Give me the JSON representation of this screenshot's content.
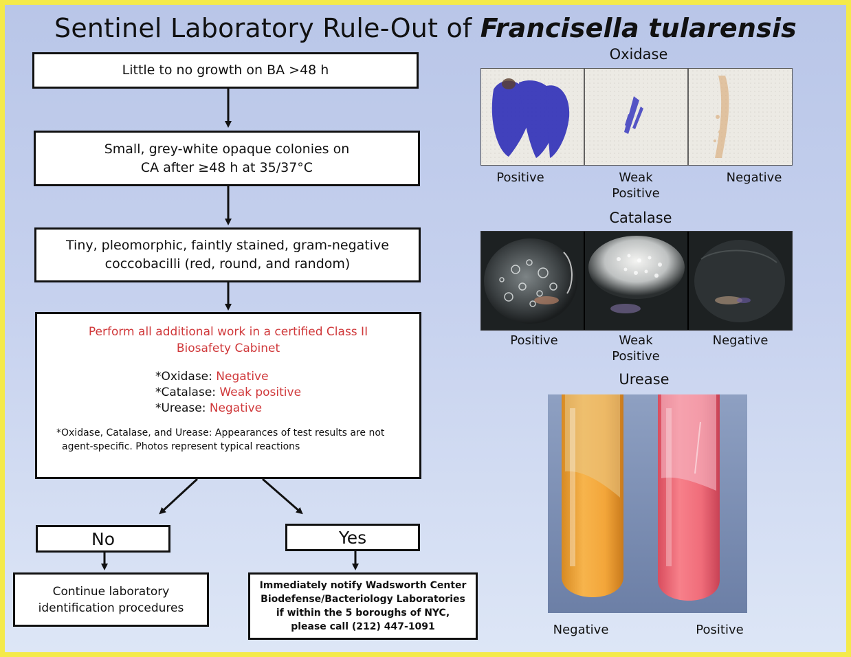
{
  "title": {
    "main": "Sentinel Laboratory Rule-Out of",
    "organism": "Francisella tularensis"
  },
  "flowchart": {
    "step1": "Little to no growth on BA >48 h",
    "step2_line1": "Small, grey-white opaque colonies on",
    "step2_line2": "CA after ≥48 h at 35/37°C",
    "step3_line1": "Tiny, pleomorphic, faintly stained, gram-negative",
    "step3_line2": "coccobacilli (red, round, and random)",
    "step4": {
      "caution_line1": "Perform all additional work in a certified Class II",
      "caution_line2": "Biosafety Cabinet",
      "tests": [
        {
          "name": "*Oxidase:",
          "result": "Negative"
        },
        {
          "name": "*Catalase:",
          "result": "Weak positive"
        },
        {
          "name": "*Urease:",
          "result": "Negative"
        }
      ],
      "footnote_line1": "*Oxidase, Catalase, and Urease: Appearances of test results are not",
      "footnote_line2": "agent-specific. Photos represent typical reactions"
    },
    "no_label": "No",
    "yes_label": "Yes",
    "no_action_line1": "Continue laboratory",
    "no_action_line2": "identification procedures",
    "yes_action_line1": "Immediately notify Wadsworth Center",
    "yes_action_line2": "Biodefense/Bacteriology Laboratories",
    "yes_action_line3": "if within the 5 boroughs of NYC,",
    "yes_action_line4": "please call (212) 447-1091"
  },
  "oxidase": {
    "title": "Oxidase",
    "labels": {
      "positive": "Positive",
      "weak_line1": "Weak",
      "weak_line2": "Positive",
      "negative": "Negative"
    }
  },
  "catalase": {
    "title": "Catalase",
    "labels": {
      "positive": "Positive",
      "weak_line1": "Weak",
      "weak_line2": "Positive",
      "negative": "Negative"
    }
  },
  "urease": {
    "title": "Urease",
    "labels": {
      "negative": "Negative",
      "positive": "Positive"
    }
  },
  "colors": {
    "highlight": "#d0393b",
    "border": "#f4ea4a",
    "oxidase_purple": "#2f2fb8",
    "urease_negative_tube": "#f4a940",
    "urease_positive_tube": "#ef6b78"
  }
}
